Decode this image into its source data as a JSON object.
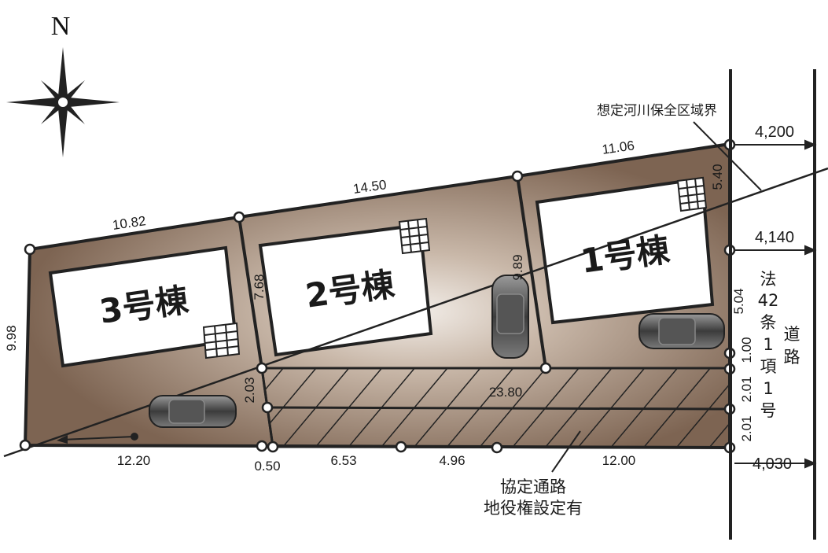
{
  "compass": {
    "north": "N"
  },
  "boundary_label": "想定河川保全区域界",
  "buildings": {
    "b1": "1号棟",
    "b2": "2号棟",
    "b3": "3号棟"
  },
  "road": {
    "widths": {
      "top": "4,200",
      "mid": "4,140",
      "bottom": "4,030"
    },
    "legal": [
      "法",
      "42",
      "条",
      "1",
      "項",
      "1",
      "号"
    ],
    "name": [
      "道",
      "路"
    ]
  },
  "easement": [
    "協定通路",
    "地役権設定有"
  ],
  "dimensions": {
    "top_lot1": "11.06",
    "top_lot2": "14.50",
    "top_lot3": "10.82",
    "left_side": "9.98",
    "div_2_3": "7.68",
    "div_1_2": "9.89",
    "right_upper": "5.40",
    "right_mid": "5.04",
    "right_a": "1.00",
    "right_b": "2.01",
    "right_c": "2.01",
    "left_pass": "2.03",
    "pass_length": "23.80",
    "bottom_left": "12.20",
    "bottom_gap": "0.50",
    "bottom_a": "6.53",
    "bottom_b": "4.96",
    "bottom_c": "12.00"
  }
}
